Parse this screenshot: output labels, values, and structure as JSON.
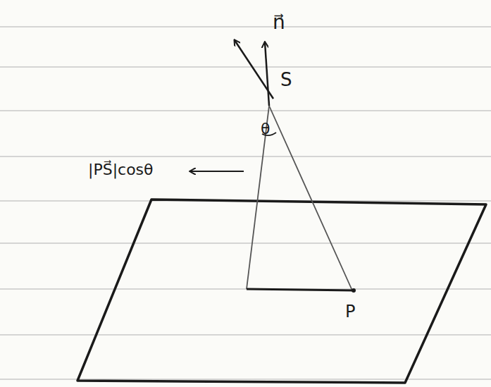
{
  "diagram": {
    "labels": [
      "n⃗",
      "S",
      "θ",
      "|PS⃗|cosθ",
      "P"
    ]
  }
}
